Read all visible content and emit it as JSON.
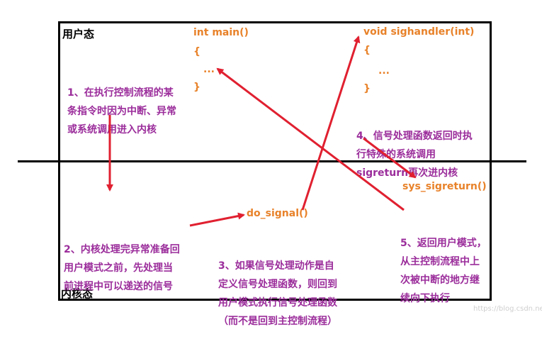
{
  "regions": {
    "user_mode": "用户态",
    "kernel_mode": "内核态"
  },
  "code": {
    "main_sig": "int main()",
    "main_open": "{",
    "main_dots": "...",
    "main_close": "}",
    "handler_sig": "void sighandler(int)",
    "handler_open": "{",
    "handler_dots": "...",
    "handler_close": "}",
    "do_signal": "do_signal()",
    "sys_sigreturn": "sys_sigreturn()"
  },
  "steps": {
    "step1": [
      "1、在执行控制流程的某",
      "条指令时因为中断、异常",
      "或系统调用进入内核"
    ],
    "step2": [
      "2、内核处理完异常准备回",
      "用户模式之前，先处理当",
      "前进程中可以递送的信号"
    ],
    "step3": [
      "3、如果信号处理动作是自",
      "定义信号处理函数，则回到",
      "用户模式执行信号处理函数",
      "（而不是回到主控制流程）"
    ],
    "step4": [
      "4、信号处理函数返回时执",
      "行特殊的系统调用",
      "sigreturn再次进内核"
    ],
    "step5": [
      "5、返回用户模式，",
      "从主控制流程中上",
      "次被中断的地方继",
      "续向下执行"
    ]
  },
  "watermark": "https://blog.csdn.ne",
  "colors": {
    "arrow": "#e02030",
    "code": "#e8822a",
    "steps": "#9b2d9b",
    "frame": "#000000"
  }
}
